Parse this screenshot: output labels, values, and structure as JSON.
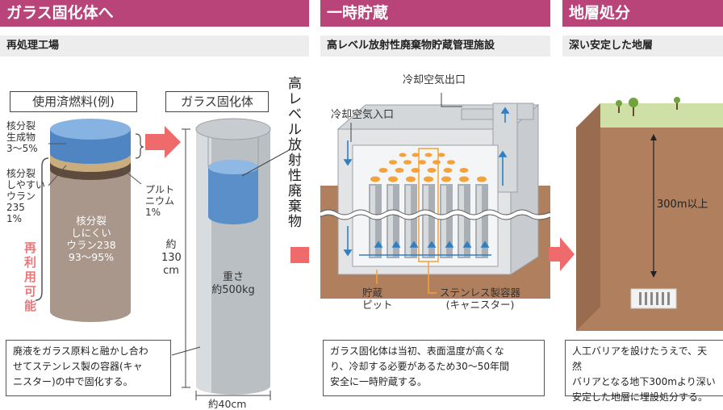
{
  "sections": {
    "glass": {
      "title": "ガラス固化体へ",
      "subtitle": "再処理工場"
    },
    "storage": {
      "title": "一時貯蔵",
      "subtitle": "高レベル放射性廃棄物貯蔵管理施設"
    },
    "geo": {
      "title": "地層処分",
      "subtitle": "深い安定した地層"
    }
  },
  "fuel": {
    "label": "使用済燃料(例)",
    "fission_products": "核分裂\n生成物\n3〜5%",
    "fissile_uranium": "核分裂\nしやすい\nウラン\n235\n1%",
    "plutonium": "プルト\nニウム\n1%",
    "non_fissile_uranium": "核分裂\nしにくい\nウラン238\n93〜95%",
    "reusable": "再利用可能"
  },
  "glass_body": {
    "label": "ガラス固化体",
    "hlw_vertical": "高レベル放射性廃棄物",
    "height_label": "約\n130\ncm",
    "weight_label": "重さ\n約500kg",
    "width_label": "約40cm",
    "note": "廃液をガラス原料と融かし合わ\nせてステンレス製の容器(キャ\nニスター)の中で固化する。"
  },
  "storage": {
    "air_outlet": "冷却空気出口",
    "air_inlet": "冷却空気入口",
    "pit": "貯蔵\nピット",
    "canister": "ステンレス製容器\n(キャニスター)",
    "note": "ガラス固化体は当初、表面温度が高くな\nり、冷却する必要があるため30〜50年間\n安全に一時貯蔵する。"
  },
  "geo": {
    "depth_label": "300m以上",
    "note": "人工バリアを設けたうえで、天然\nバリアとなる地下300mより深い\n安定した地層に埋設処分する。"
  },
  "colors": {
    "header": "#b8447a",
    "arrow": "#ef6a6a",
    "fuel_top": "#5b8fc9",
    "fuel_body": "#a8978a",
    "glass_blue": "#5b8fc9",
    "ground": "#b07f5e",
    "grass": "#cfe0a6",
    "reuse_text": "#e8787a",
    "orange": "#f4a23a"
  }
}
